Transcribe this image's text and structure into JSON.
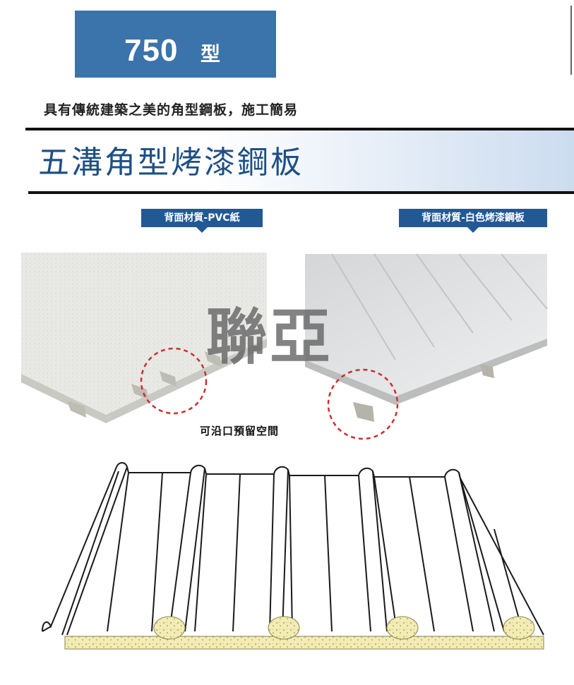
{
  "header": {
    "model_number": "750",
    "model_suffix": "型"
  },
  "tagline": "具有傳統建築之美的角型鋼板，施工簡易",
  "title": "五溝角型烤漆鋼板",
  "tags": {
    "left": "背面材質-PVC紙",
    "right": "背面材質-白色烤漆鋼板"
  },
  "watermark": "聯亞",
  "caption": "可沿口預留空間",
  "colors": {
    "badge": "#3b73ab",
    "title": "#1e4f86",
    "tag": "#225894",
    "marker_circle": "#cc2e2e",
    "foam": "#f2ecb6"
  }
}
